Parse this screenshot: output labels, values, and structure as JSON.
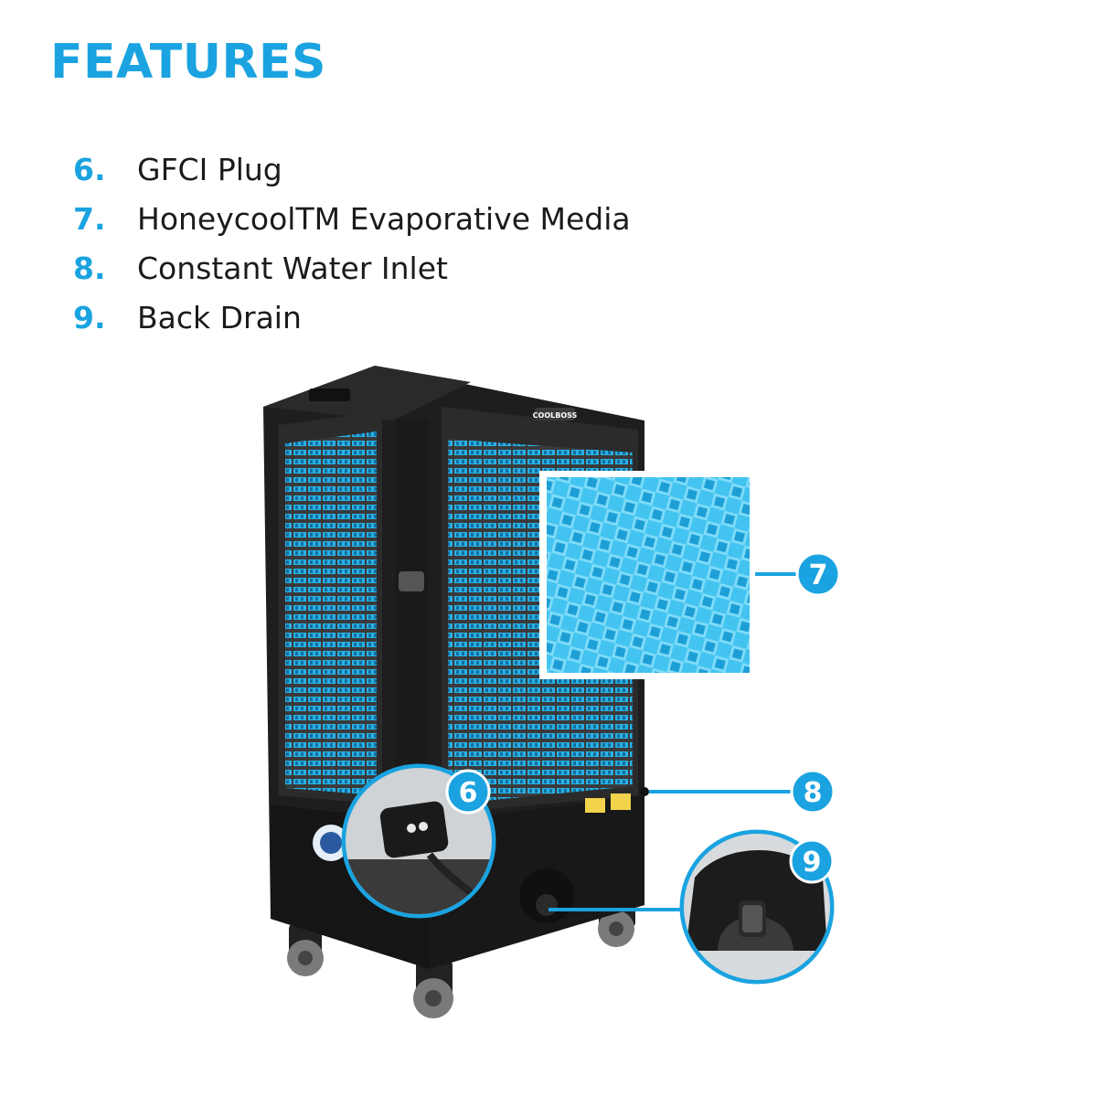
{
  "title": "FEATURES",
  "features": [
    {
      "number": "6.",
      "label": "GFCI Plug"
    },
    {
      "number": "7.",
      "label": "HoneycoolTM Evaporative Media"
    },
    {
      "number": "8.",
      "label": "Constant Water Inlet"
    },
    {
      "number": "9.",
      "label": "Back Drain"
    }
  ],
  "callouts": {
    "c6": "6",
    "c7": "7",
    "c8": "8",
    "c9": "9"
  },
  "brand": "COOLBOSS",
  "colors": {
    "accent": "#1aa3e0",
    "body": "#1e1e1e",
    "media": "#2ab0e6"
  }
}
